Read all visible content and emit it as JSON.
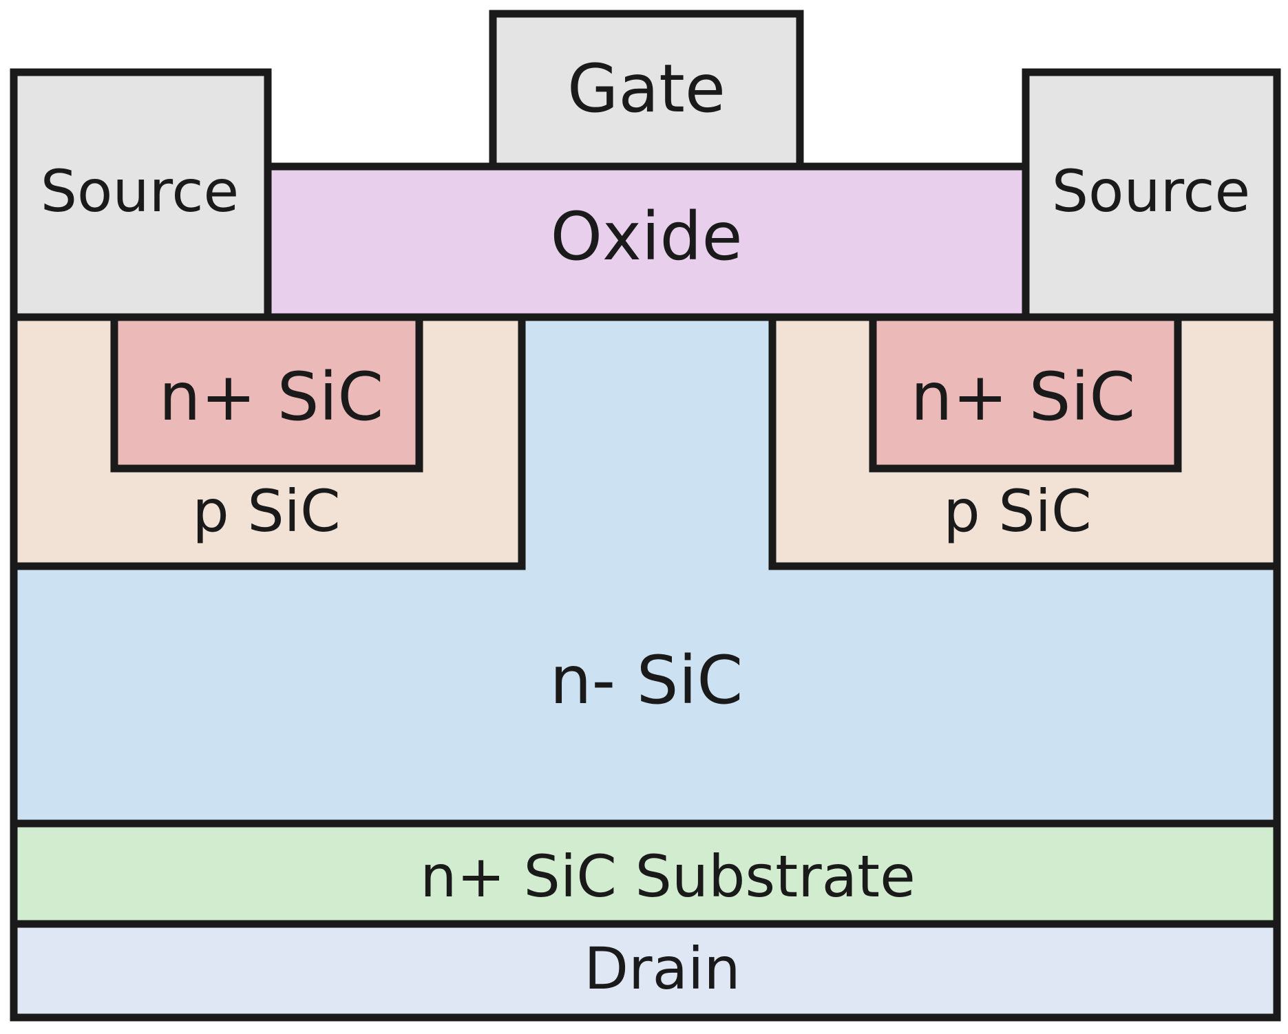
{
  "labels": {
    "gate": "Gate",
    "source_left": "Source",
    "source_right": "Source",
    "oxide": "Oxide",
    "nplus_left": "n+ SiC",
    "nplus_right": "n+ SiC",
    "pwell_left": "p SiC",
    "pwell_right": "p SiC",
    "drift": "n- SiC",
    "substrate": "n+ SiC Substrate",
    "drain": "Drain"
  },
  "colors": {
    "outline": "#1a1a1a",
    "metal": "#e4e4e4",
    "oxide": "#e8cfeb",
    "n_plus": "#ebbab8",
    "p_well": "#f2e1d5",
    "n_drift": "#cce2f2",
    "substrate": "#d1ecce",
    "drain": "#dfe7f4"
  }
}
